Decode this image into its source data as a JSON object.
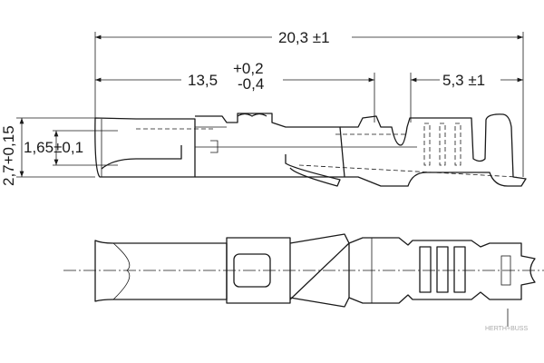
{
  "dimensions": {
    "overall_length": "20,3 ±1",
    "contact_length": "13,5",
    "contact_tol_upper": "+0,2",
    "contact_tol_lower": "-0,4",
    "crimp_length": "5,3 ±1",
    "outer_height": "2,7+0,15",
    "inner_diameter": "1,65±0,1"
  },
  "watermark": "HERTH+BUSS"
}
